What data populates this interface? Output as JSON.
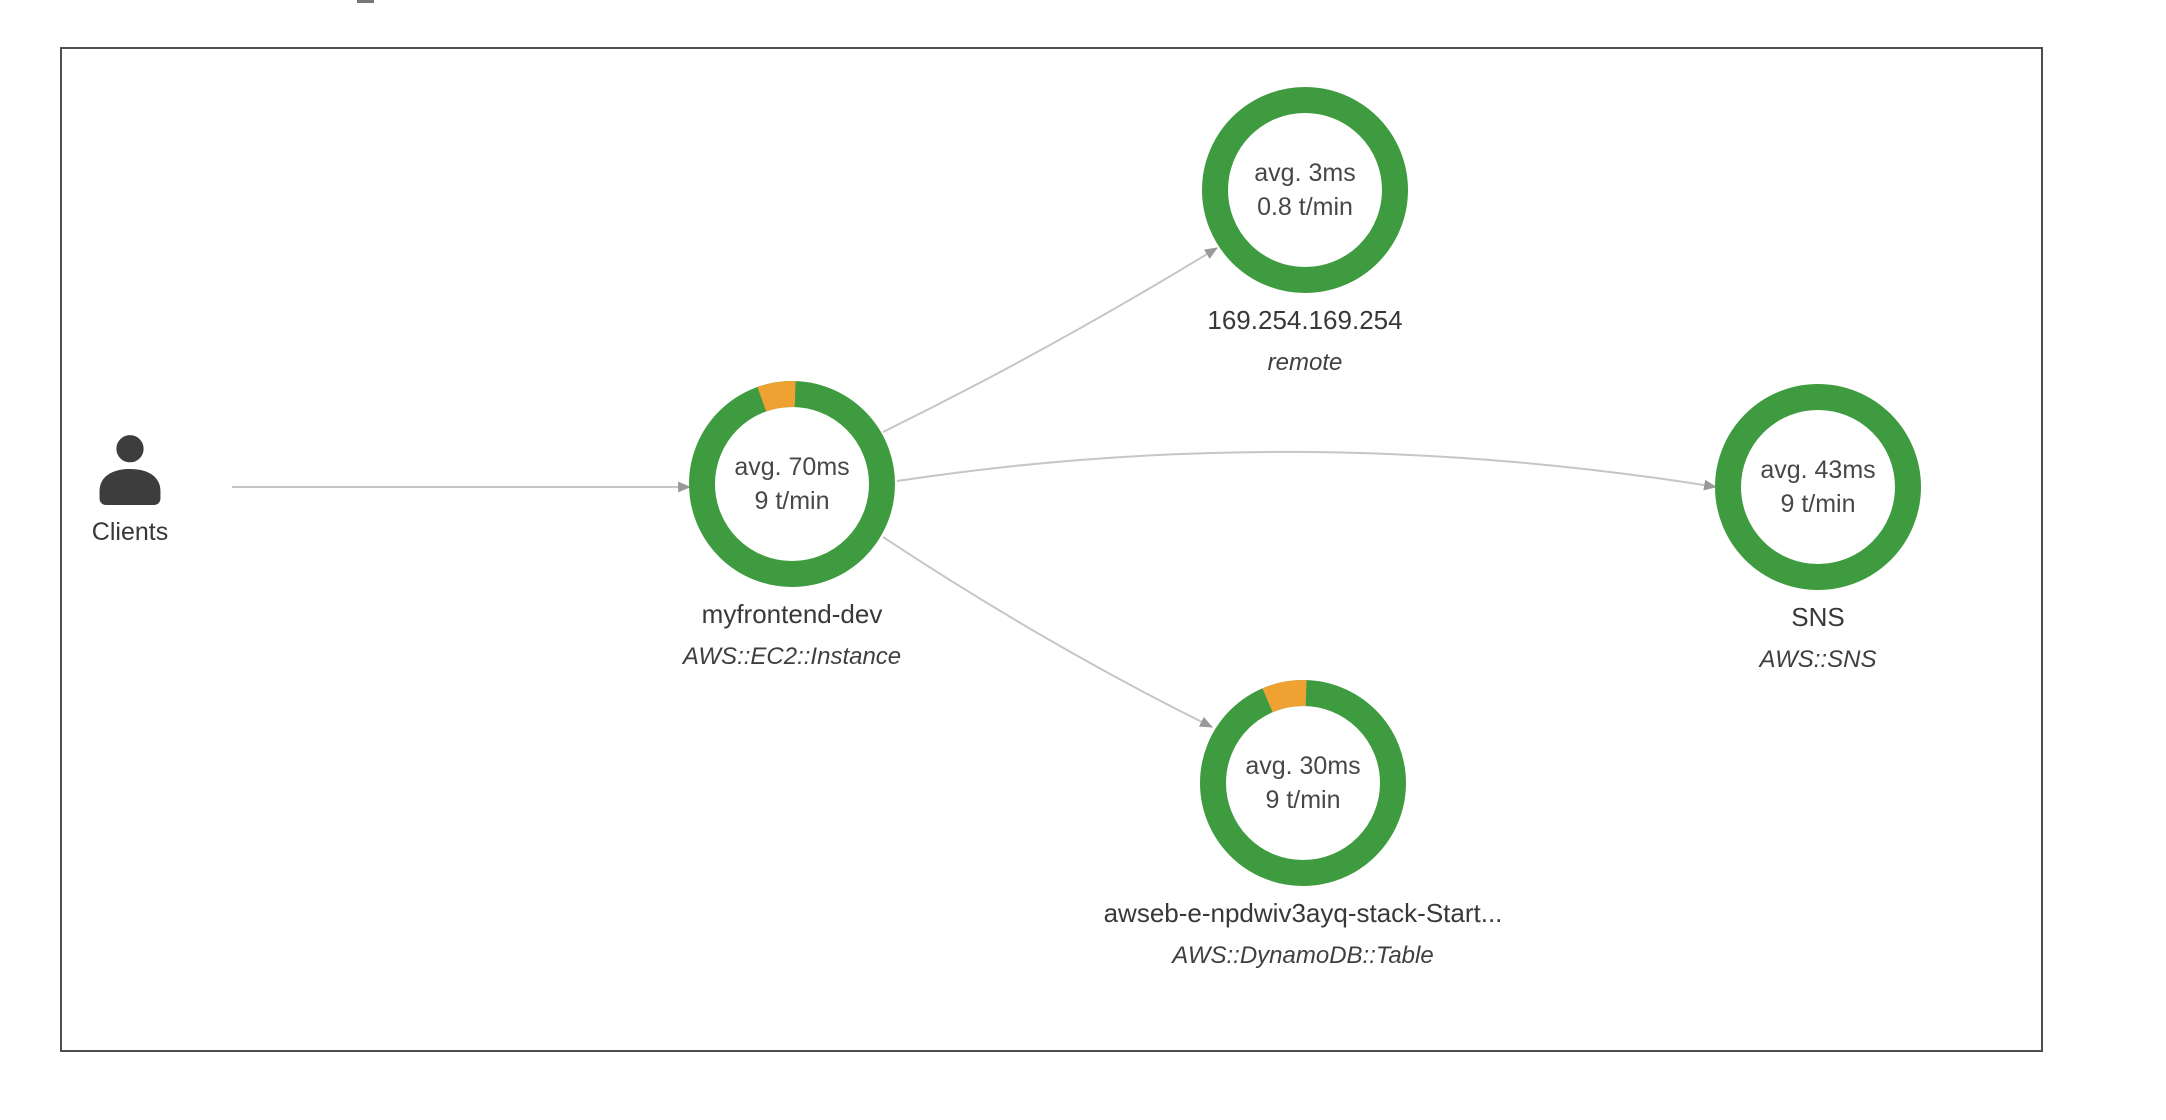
{
  "colors": {
    "healthy_green": "#3f9b40",
    "warning_orange": "#efa232",
    "edge_gray": "#c6c6c6",
    "arrow_gray": "#999999",
    "frame_border": "#4f4f4f"
  },
  "nodes": [
    {
      "id": "clients",
      "label": "Clients",
      "icon": "person-icon"
    },
    {
      "id": "myfrontend-dev",
      "label": "myfrontend-dev",
      "sublabel": "AWS::EC2::Instance",
      "latency": "avg. 70ms",
      "rate": "9 t/min",
      "warn_fraction": 0.06
    },
    {
      "id": "remote-169-254-169-254",
      "label": "169.254.169.254",
      "sublabel": "remote",
      "latency": "avg. 3ms",
      "rate": "0.8 t/min",
      "warn_fraction": 0
    },
    {
      "id": "sns",
      "label": "SNS",
      "sublabel": "AWS::SNS",
      "latency": "avg. 43ms",
      "rate": "9 t/min",
      "warn_fraction": 0
    },
    {
      "id": "dynamodb-table",
      "label": "awseb-e-npdwiv3ayq-stack-Start...",
      "sublabel": "AWS::DynamoDB::Table",
      "latency": "avg. 30ms",
      "rate": "9 t/min",
      "warn_fraction": 0.07
    }
  ],
  "edges": [
    {
      "from": "Clients",
      "to": "myfrontend-dev"
    },
    {
      "from": "myfrontend-dev",
      "to": "169.254.169.254"
    },
    {
      "from": "myfrontend-dev",
      "to": "SNS"
    },
    {
      "from": "myfrontend-dev",
      "to": "awseb-e-npdwiv3ayq-stack-Start..."
    }
  ]
}
